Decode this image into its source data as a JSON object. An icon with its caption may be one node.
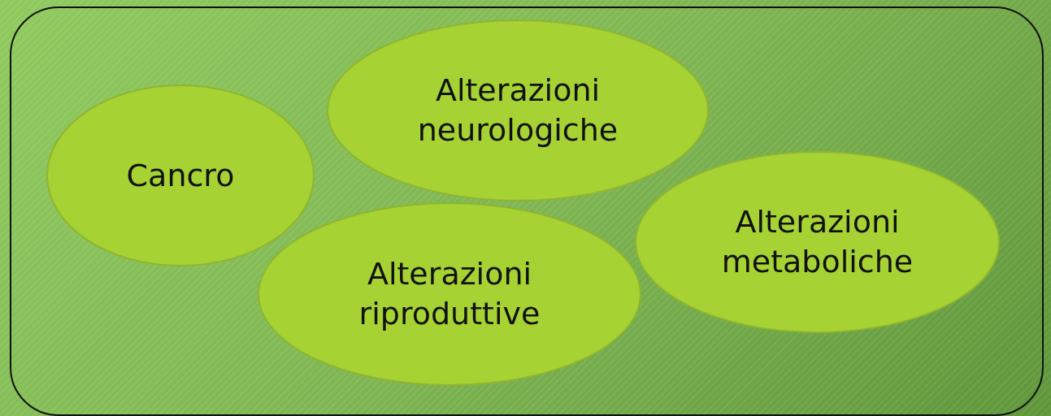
{
  "diagram": {
    "nodes": [
      {
        "text": [
          "Cancro"
        ]
      },
      {
        "text": [
          "Alterazioni neurologiche"
        ]
      },
      {
        "text": [
          "Alterazioni riproduttive"
        ]
      },
      {
        "text": [
          "Alterazioni metaboliche"
        ]
      }
    ]
  }
}
